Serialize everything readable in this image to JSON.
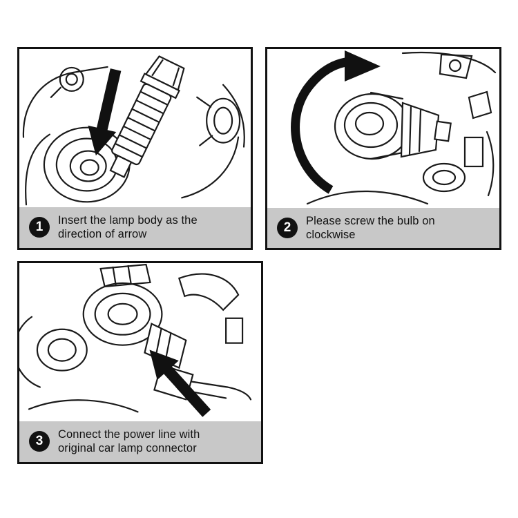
{
  "colors": {
    "line": "#1a1a1a",
    "caption_bg": "#c8c8c8",
    "badge_bg": "#111111",
    "badge_text": "#ffffff",
    "panel_border": "#111111"
  },
  "panels": [
    {
      "number": "1",
      "caption": "Insert the lamp body as the direction of arrow"
    },
    {
      "number": "2",
      "caption": "Please screw the bulb on clockwise"
    },
    {
      "number": "3",
      "caption": "Connect the power line with original car lamp connector"
    }
  ]
}
